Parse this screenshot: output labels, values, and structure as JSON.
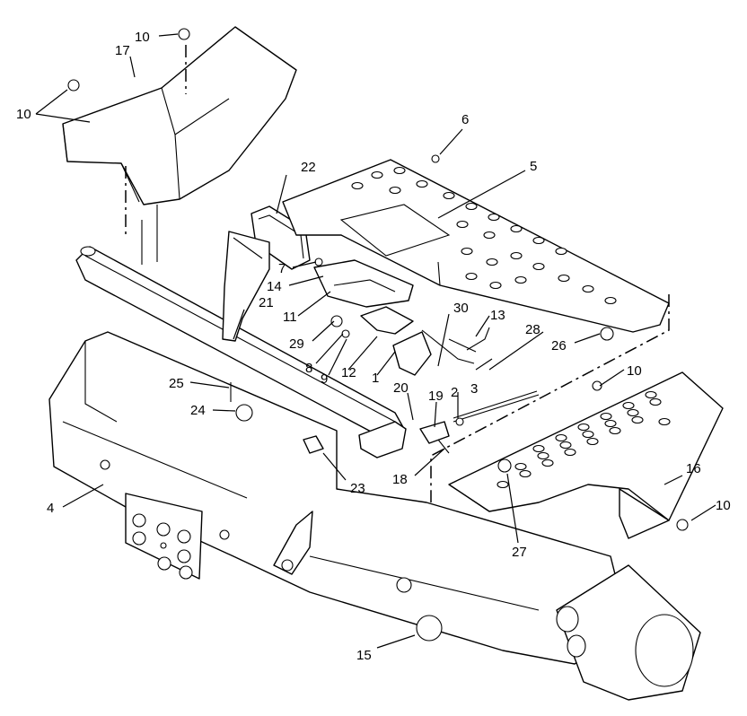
{
  "callouts": {
    "c1": "1",
    "c2": "2",
    "c3": "3",
    "c4": "4",
    "c5": "5",
    "c6": "6",
    "c7": "7",
    "c8": "8",
    "c9": "9",
    "c10a": "10",
    "c10b": "10",
    "c10c": "10",
    "c10d": "10",
    "c11": "11",
    "c12": "12",
    "c13": "13",
    "c14": "14",
    "c15": "15",
    "c16": "16",
    "c17": "17",
    "c18": "18",
    "c19": "19",
    "c20": "20",
    "c21": "21",
    "c22": "22",
    "c23": "23",
    "c24": "24",
    "c25": "25",
    "c26": "26",
    "c27": "27",
    "c28": "28",
    "c29": "29",
    "c30": "30"
  }
}
